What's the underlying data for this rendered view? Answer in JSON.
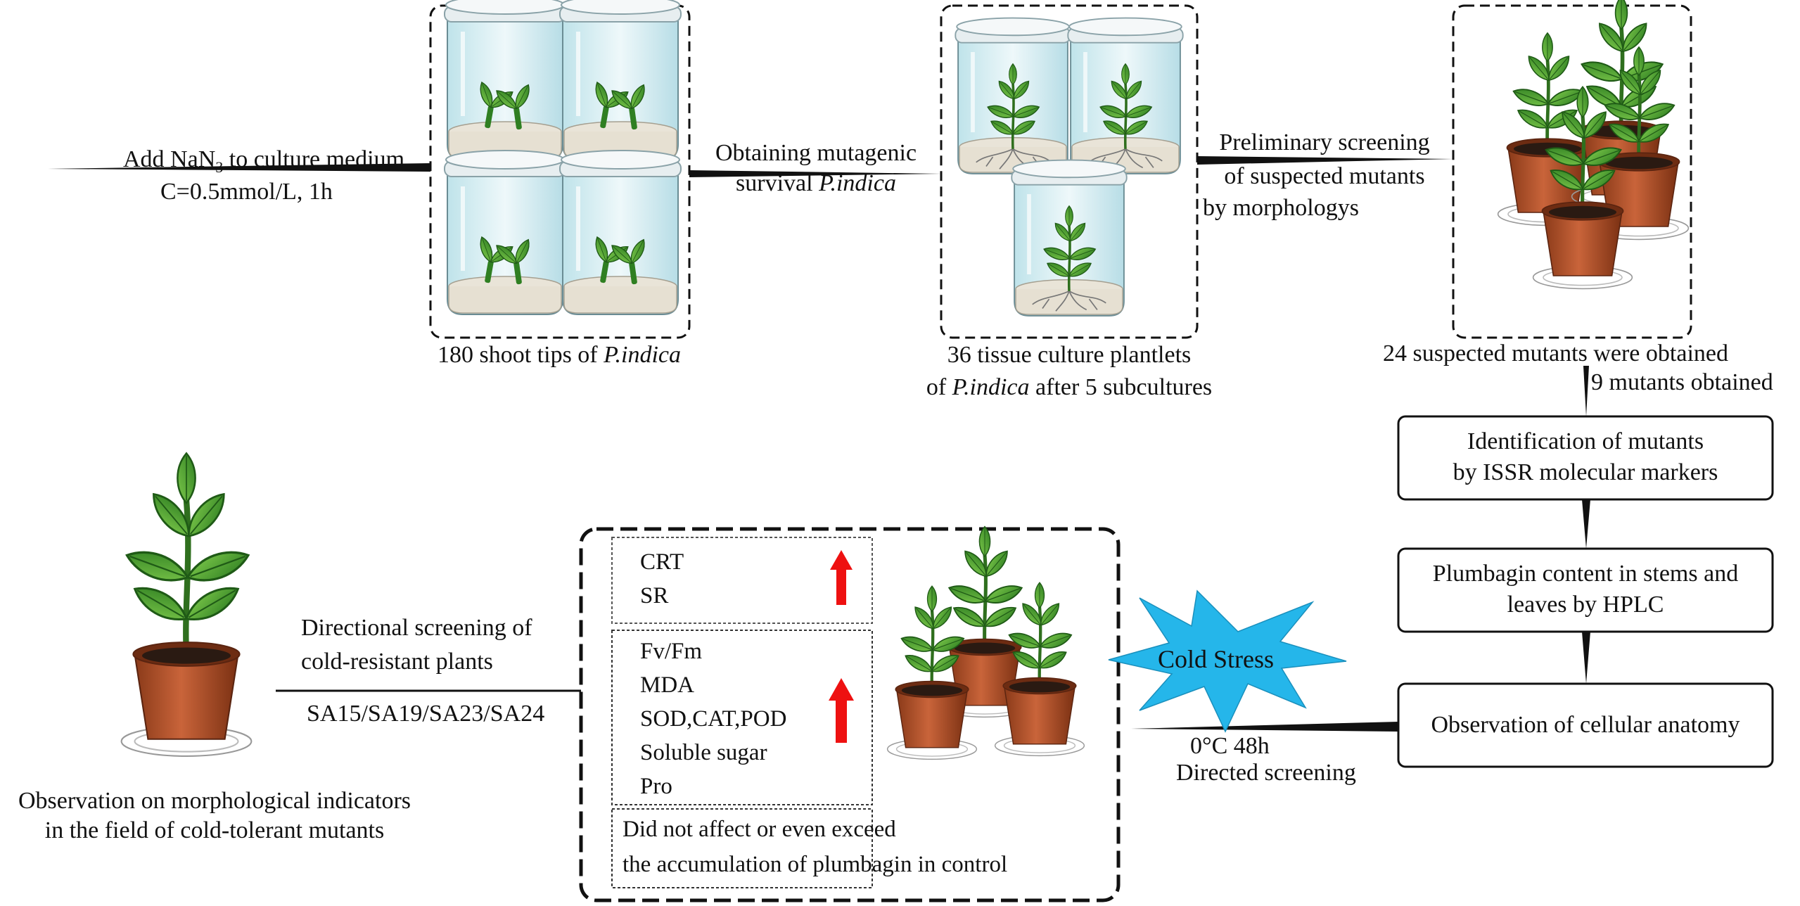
{
  "steps": {
    "add_nan3_line1_prefix": "Add NaN",
    "add_nan3_sub": "3",
    "add_nan3_line1_suffix": " to culture medium",
    "add_nan3_line2": "C=0.5mmol/L, 1h",
    "obtaining_line1": "Obtaining mutagenic",
    "obtaining_line2_prefix": "survival ",
    "obtaining_line2_italic": "P.indica",
    "preliminary_line1": "Preliminary screening",
    "preliminary_line2": "of suspected mutants",
    "preliminary_line3": "by morphologys",
    "shoot_tips_prefix": "180 shoot tips of ",
    "shoot_tips_italic": "P.indica",
    "plantlets_line1": "36 tissue culture plantlets",
    "plantlets_line2_prefix": "of ",
    "plantlets_line2_italic": "P.indica",
    "plantlets_line2_suffix": " after 5 subcultures",
    "suspected_mutants": "24 suspected mutants were obtained",
    "nine_mutants": "9 mutants obtained",
    "issr_line1": "Identification of mutants",
    "issr_line2": "by ISSR molecular markers",
    "hplc_line1": "Plumbagin content in stems and",
    "hplc_line2": "leaves by HPLC",
    "cellular": "Observation of cellular anatomy",
    "cold_stress": "Cold Stress",
    "condition_line1": "0°C 48h",
    "condition_line2": "Directed screening",
    "directional_line1": "Directional screening of",
    "directional_line2": "cold-resistant plants",
    "selected_mutants": "SA15/SA19/SA23/SA24",
    "observation_line1": "Observation on morphological indicators",
    "observation_line2": "in the field of cold-tolerant mutants"
  },
  "indicators": {
    "group1": [
      "CRT",
      "SR"
    ],
    "group2": [
      "Fv/Fm",
      "MDA",
      "SOD,CAT,POD",
      "Soluble sugar",
      "Pro"
    ],
    "plumbagin_line1": "Did not affect or even exceed",
    "plumbagin_line2": "the accumulation of plumbagin in control"
  },
  "colors": {
    "arrow_up": "#ee1111",
    "cold_stress": "#25b6ea",
    "pot": "#b5552c",
    "leaf": "#3d9a2a"
  }
}
